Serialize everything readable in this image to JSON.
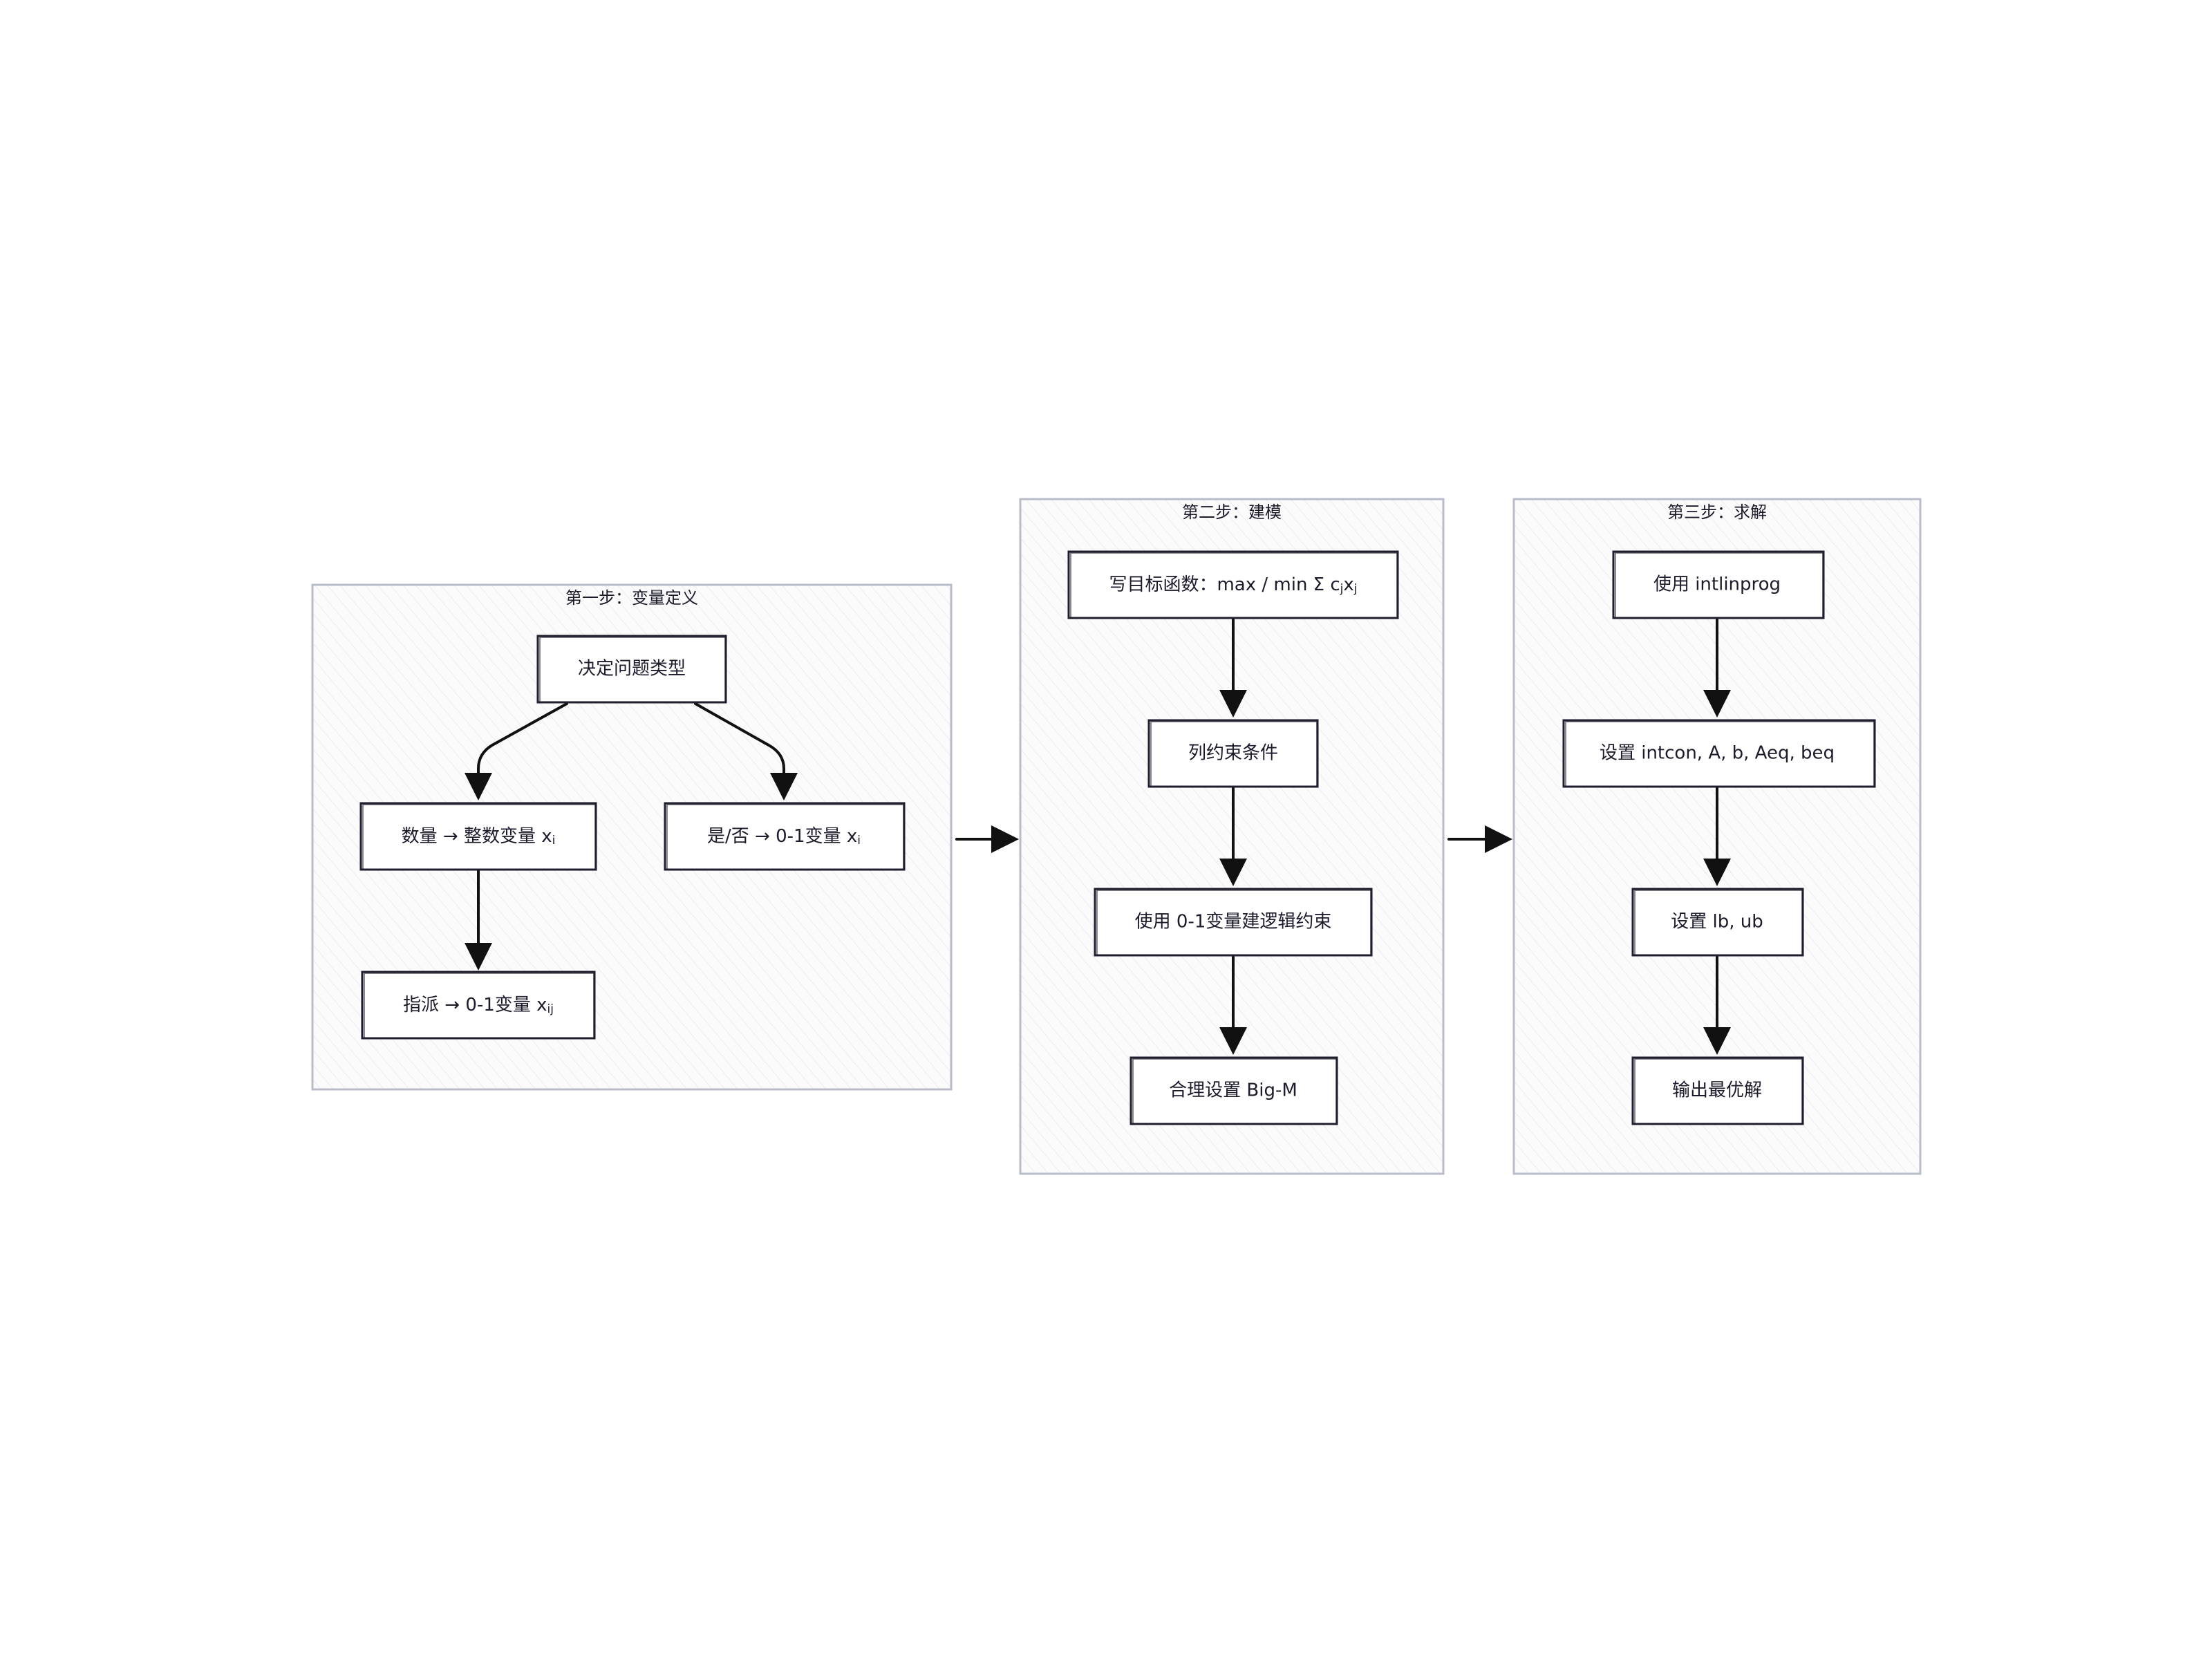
{
  "groups": {
    "step1": {
      "title": "第一步：变量定义"
    },
    "step2": {
      "title": "第二步：建模"
    },
    "step3": {
      "title": "第三步：求解"
    }
  },
  "nodes": {
    "decide_type": "决定问题类型",
    "quantity": {
      "text": "数量 → 整数变量 x",
      "sub": "i"
    },
    "yes_no": {
      "text": "是/否 → 0-1变量 x",
      "sub": "i"
    },
    "assign": {
      "text": "指派 → 0-1变量 x",
      "sub": "ij"
    },
    "objective": {
      "text": "写目标函数：max / min Σ c",
      "sub1": "j",
      "mid": "x",
      "sub2": "j"
    },
    "constraints": "列约束条件",
    "logic": "使用 0-1变量建逻辑约束",
    "bigm": "合理设置 Big-M",
    "intlinprog": "使用 intlinprog",
    "set_params": "设置 intcon, A, b, Aeq, beq",
    "bounds": "设置 lb, ub",
    "output": "输出最优解"
  },
  "colors": {
    "group_border": "#b9bcc9",
    "node_border": "#1e1e2e",
    "arrow": "#111111",
    "hatch": "#e4e5ea"
  }
}
